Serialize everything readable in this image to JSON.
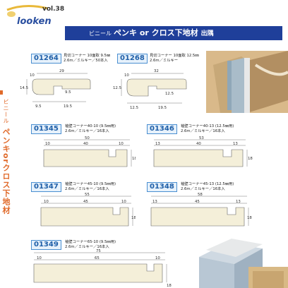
{
  "header": {
    "volume": "vol.38",
    "banner_prefix": "ビニール",
    "banner_title": "ペンキ or クロス下地材",
    "banner_suffix": "出隅"
  },
  "side_label": {
    "prefix": "ビニール",
    "title": "ペンキorクロス下地材"
  },
  "products": [
    {
      "code": "01264",
      "desc1": "見切コーナー 10面取 9.5㎜",
      "desc2": "2.6m／ミルキー／50本入",
      "dims": [
        "10",
        "29",
        "14.5",
        "9.5",
        "9.5",
        "19.5"
      ]
    },
    {
      "code": "01268",
      "desc1": "見切コーナー 10面取 12.5㎜",
      "desc2": "2.6m／ミルキー",
      "dims": [
        "10",
        "32",
        "12.5",
        "12.5",
        "12.5",
        "19.5"
      ]
    },
    {
      "code": "01345",
      "desc1": "袖壁コーナー40-10 (9.5㎜用)",
      "desc2": "2.6m／ミルキー／16本入",
      "dims": [
        "50",
        "10",
        "40",
        "10",
        "18"
      ]
    },
    {
      "code": "01346",
      "desc1": "袖壁コーナー40-13 (12.5㎜用)",
      "desc2": "2.6m／ミルキー／16本入",
      "dims": [
        "53",
        "13",
        "40",
        "13",
        "18"
      ]
    },
    {
      "code": "01347",
      "desc1": "袖壁コーナー45-10 (9.5㎜用)",
      "desc2": "2.6m／ミルキー／16本入",
      "dims": [
        "55",
        "10",
        "45",
        "10",
        "18"
      ]
    },
    {
      "code": "01348",
      "desc1": "袖壁コーナー45-13 (12.5㎜用)",
      "desc2": "2.6m／ミルキー／16本入",
      "dims": [
        "58",
        "13",
        "45",
        "13",
        "18"
      ]
    },
    {
      "code": "01349",
      "desc1": "袖壁コーナー65-10 (9.5㎜用)",
      "desc2": "2.6m／ミルキー／16本入",
      "dims": [
        "75",
        "10",
        "65",
        "10",
        "18"
      ]
    }
  ],
  "colors": {
    "banner": "#1f3f9a",
    "accent": "#e06a2a",
    "code_border": "#4a8fd1",
    "code_bg": "#e6f1fb",
    "profile": "#f4efd9"
  },
  "icons": {
    "logo": "looken-logo"
  }
}
